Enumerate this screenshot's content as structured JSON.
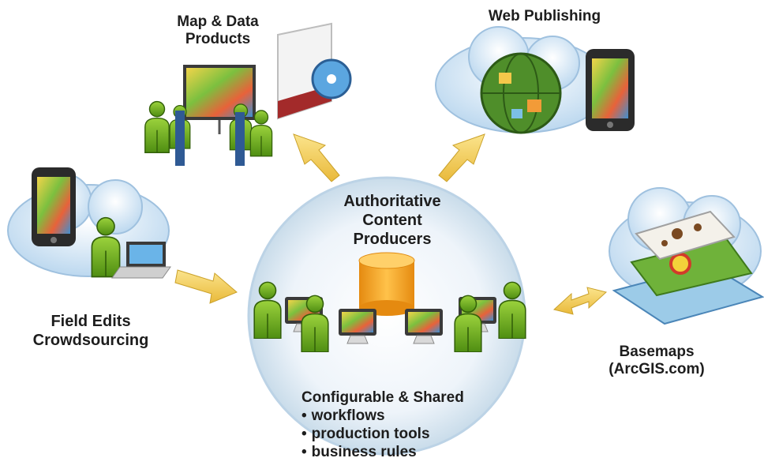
{
  "center": {
    "title_lines": [
      "Authoritative",
      "Content",
      "Producers"
    ],
    "config_title": "Configurable & Shared",
    "config_items": [
      "workflows",
      "production tools",
      "business rules"
    ]
  },
  "nodes": {
    "map_data": {
      "lines": [
        "Map & Data",
        "Products"
      ]
    },
    "web": {
      "lines": [
        "Web Publishing"
      ]
    },
    "field": {
      "lines": [
        "Field Edits",
        "Crowdsourcing"
      ]
    },
    "basemaps": {
      "lines": [
        "Basemaps",
        "(ArcGIS.com)"
      ]
    }
  },
  "colors": {
    "person_green": "#6fae1f",
    "arrow_yellow": "#f1cf5a",
    "circle_blue": "#c9dcea",
    "db_orange": "#f5a623",
    "cloud_blue": "#cfe3f3",
    "suit_blue": "#2f5a94"
  },
  "icons": {
    "people_presenting": "people-presenting-icon",
    "dvd_case": "dvd-case-icon",
    "globe": "globe-icon",
    "phone": "smartphone-icon",
    "database": "database-icon",
    "laptop": "laptop-icon",
    "map_layers": "map-layers-icon"
  }
}
